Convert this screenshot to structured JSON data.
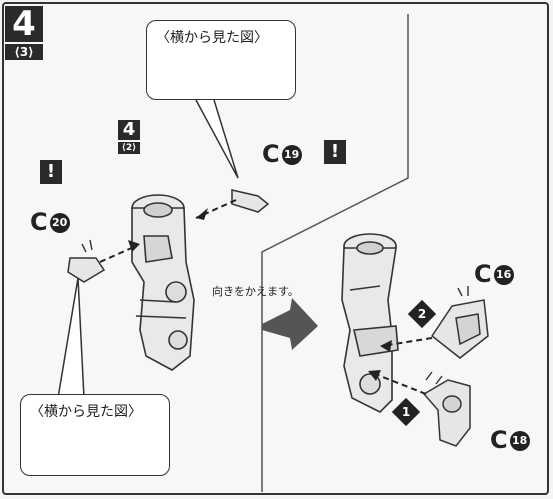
{
  "step": {
    "number": "4",
    "sub": "⟨3⟩"
  },
  "ref_step": {
    "number": "4",
    "sub": "⟨2⟩"
  },
  "callout_top": {
    "title": "〈横から見た図〉"
  },
  "callout_bottom": {
    "title": "〈横から見た図〉"
  },
  "exclamation": "!",
  "parts": {
    "c19": {
      "letter": "C",
      "num": "19"
    },
    "c20": {
      "letter": "C",
      "num": "20"
    },
    "c16": {
      "letter": "C",
      "num": "16"
    },
    "c18": {
      "letter": "C",
      "num": "18"
    }
  },
  "note_turn": "向きをかえます。",
  "order": {
    "first": "1",
    "second": "2"
  }
}
